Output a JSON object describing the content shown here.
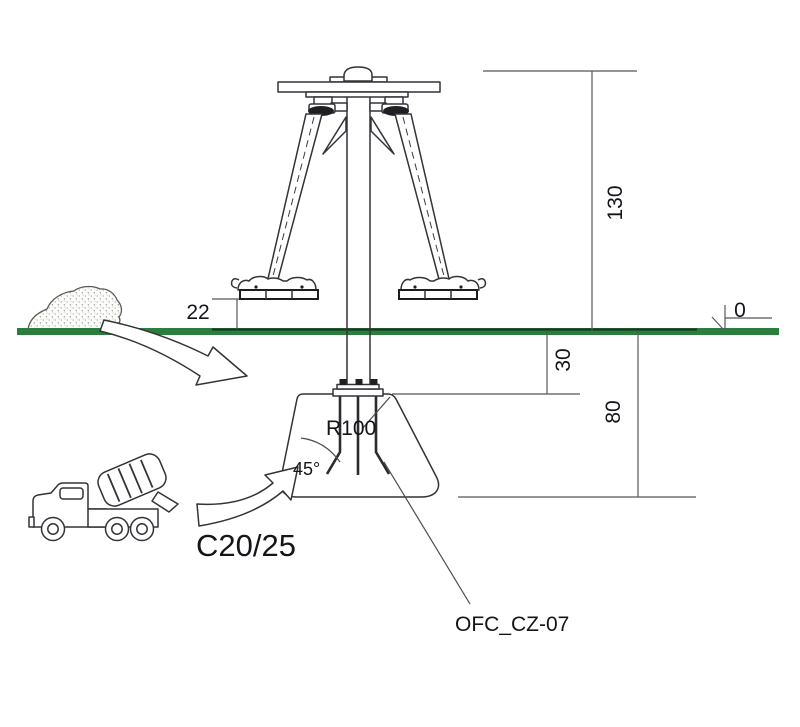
{
  "drawing": {
    "dimensions": {
      "overall_height": "130",
      "ground_level": "0",
      "platform_height": "22",
      "foundation_top_depth": "30",
      "foundation_bottom_depth": "80"
    },
    "labels": {
      "corner_radius": "R100",
      "chamfer_angle": "45°",
      "concrete_class": "C20/25",
      "anchor_code": "OFC_CZ-07"
    },
    "colors": {
      "ground_green": "#2b7e3d",
      "ground_edge": "#183a22",
      "line_dark": "#333338",
      "dim_line": "#56565c",
      "text": "#141419"
    },
    "icons": {
      "aggregate_pile": "sand-pile-icon",
      "fill_arrow": "curved-fill-arrow-icon",
      "mixer_truck": "concrete-mixer-truck-icon",
      "pour_arrow": "curved-pour-arrow-icon",
      "level_marker": "datum-level-arrow-icon"
    }
  }
}
